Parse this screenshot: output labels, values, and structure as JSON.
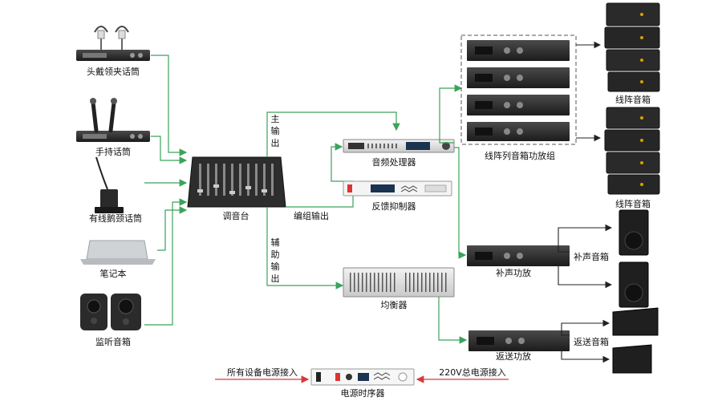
{
  "labels": {
    "headset_mic": "头戴领夹话筒",
    "handheld_mic": "手持话筒",
    "gooseneck_mic": "有线鹅颈话筒",
    "laptop": "笔记本",
    "monitor_speakers": "监听音箱",
    "mixer": "调音台",
    "main_out": [
      "主",
      "输",
      "出"
    ],
    "aux_out": [
      "辅",
      "助",
      "输",
      "出"
    ],
    "group_out": "编组输出",
    "processor": "音频处理器",
    "feedback": "反馈抑制器",
    "equalizer": "均衡器",
    "line_array_amp_group": "线阵列音箱功放组",
    "line_array_top": "线阵音箱",
    "line_array_bottom": "线阵音箱",
    "fill_amp": "补声功放",
    "fill_speaker": "补声音箱",
    "return_amp": "返送功放",
    "return_speaker": "返送音箱",
    "power_all": "所有设备电源接入",
    "power_main": "220V总电源接入",
    "power_sequencer": "电源时序器"
  },
  "colors": {
    "signal": "#3aa35a",
    "output": "#222222",
    "power": "#d63a3a"
  }
}
